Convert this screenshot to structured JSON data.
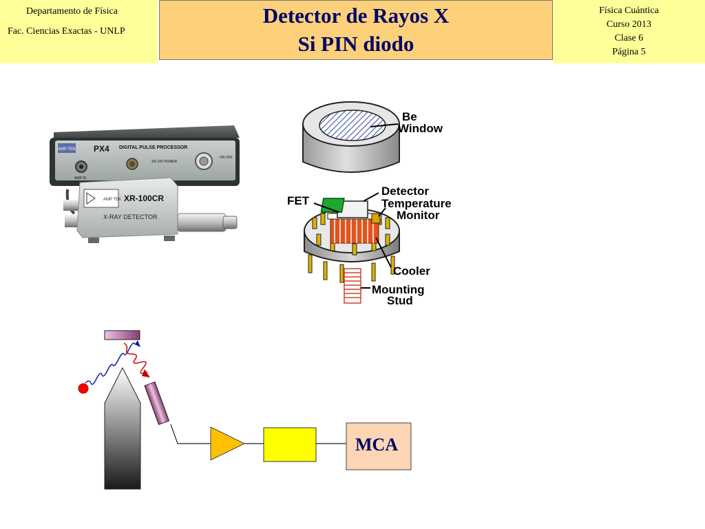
{
  "header": {
    "left": {
      "line1": "Departamento de Física",
      "line2": "Fac. Ciencias Exactas - UNLP"
    },
    "title": {
      "line1": "Detector de Rayos X",
      "line2": "Si PIN diodo"
    },
    "right": {
      "line1": "Física Cuántica",
      "line2": "Curso 2013",
      "line3": "Clase 6",
      "line4": "Página 5"
    }
  },
  "photo": {
    "px4_brand": "AMP TEK",
    "px4_model": "PX4",
    "px4_caption": "DIGITAL PULSE PROCESSOR",
    "px4_amp_in": "AMP IN",
    "px4_xr_power": "XR-100 POWER",
    "px4_onoff": "ON OFF",
    "xr_brand": "AMP TEK",
    "xr_model": "XR-100CR",
    "xr_caption": "X-RAY DETECTOR"
  },
  "diagram": {
    "be_window": "Be",
    "be_window2": "Window",
    "fet": "FET",
    "detector": "Detector",
    "temperature": "Temperature",
    "monitor": "Monitor",
    "cooler": "Cooler",
    "mounting": "Mounting",
    "stud": "Stud"
  },
  "schematic": {
    "mca_label": "MCA"
  },
  "colors": {
    "header_bg": "#ffff99",
    "title_bg": "#fdd17a",
    "title_text": "#000066",
    "triangle": "#ffc000",
    "box_yellow": "#ffff00",
    "mca_box": "#fcd5b4"
  }
}
